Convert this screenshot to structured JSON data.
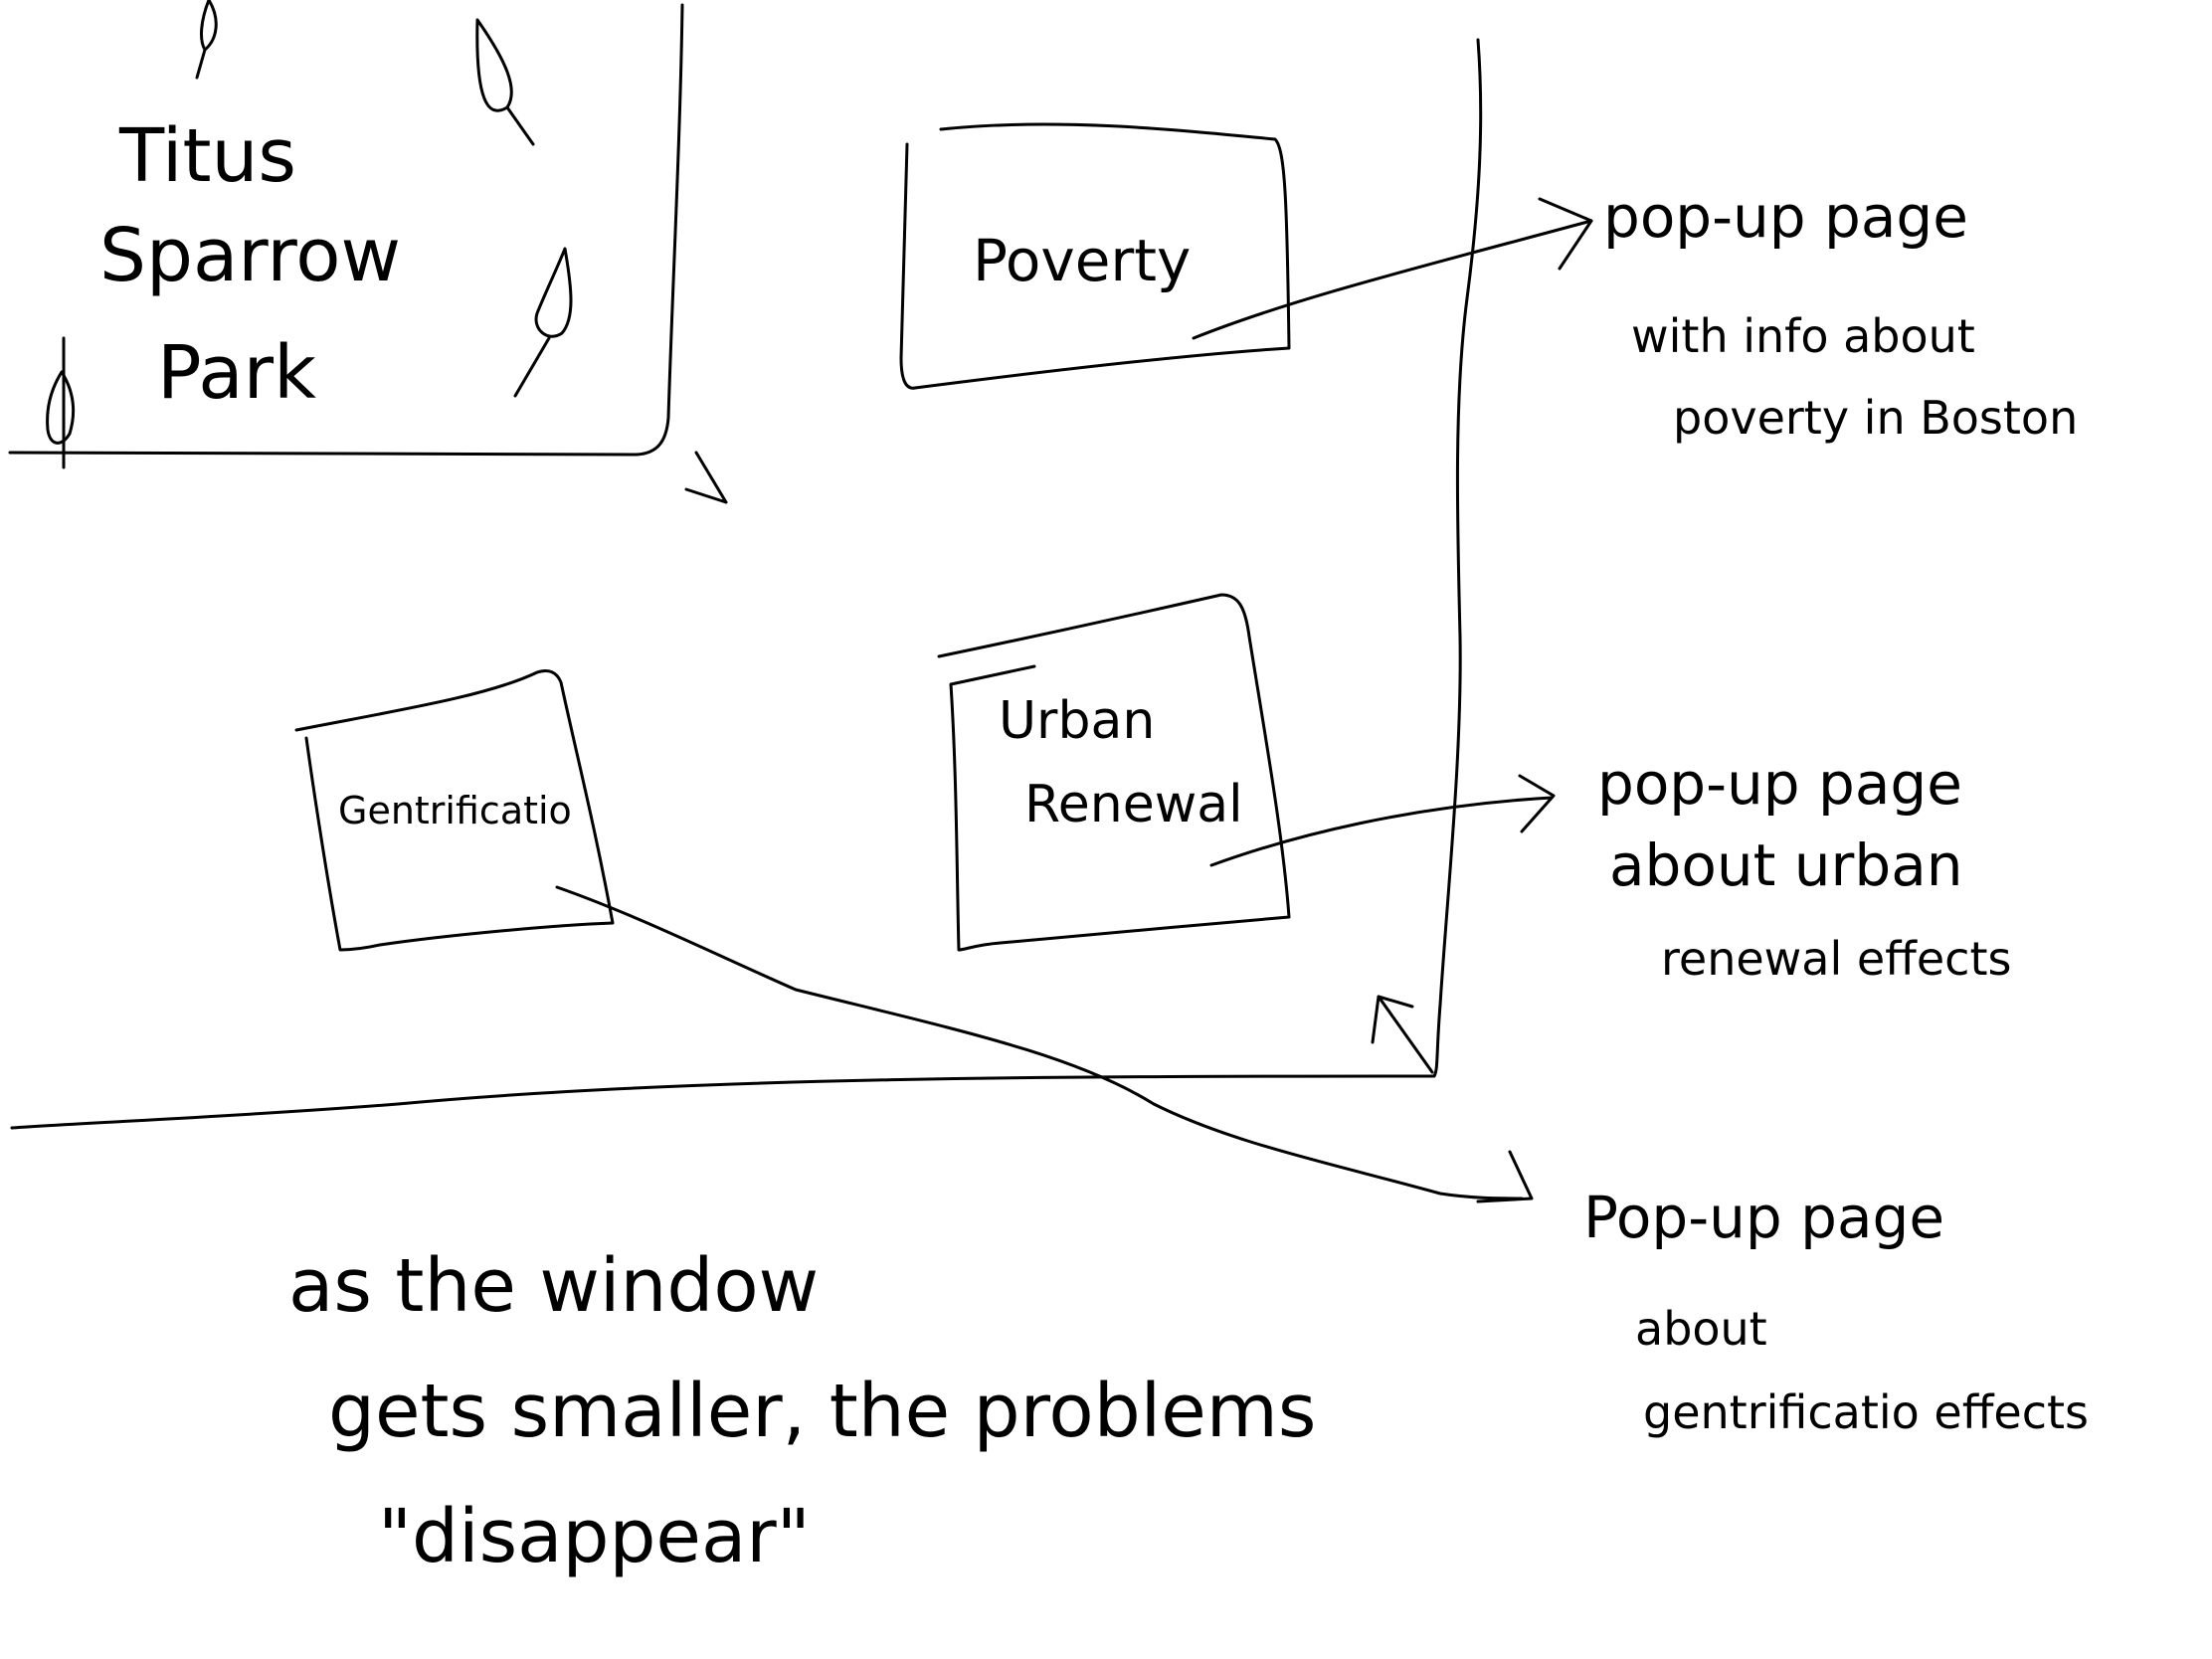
{
  "park": {
    "title_lines": [
      "Titus",
      "Sparrow",
      "Park"
    ],
    "tree_icon": "tree-icon"
  },
  "boxes": {
    "poverty": "Poverty",
    "urban_renewal_lines": [
      "Urban",
      "Renewal"
    ],
    "gentrification": "Gentrificatio"
  },
  "notes": {
    "poverty": [
      "pop-up page",
      "with info about",
      "poverty in Boston"
    ],
    "urban_renewal": [
      "pop-up page",
      "about urban",
      "renewal effects"
    ],
    "gentrification": [
      "Pop-up page",
      "about",
      "gentrificatio effects"
    ]
  },
  "caption_lines": [
    "as the window",
    "gets smaller, the problems",
    "\"disappear\""
  ],
  "icons": {
    "arrow": "arrow-icon",
    "resize": "resize-arrow-icon",
    "tree": "tree-icon"
  }
}
